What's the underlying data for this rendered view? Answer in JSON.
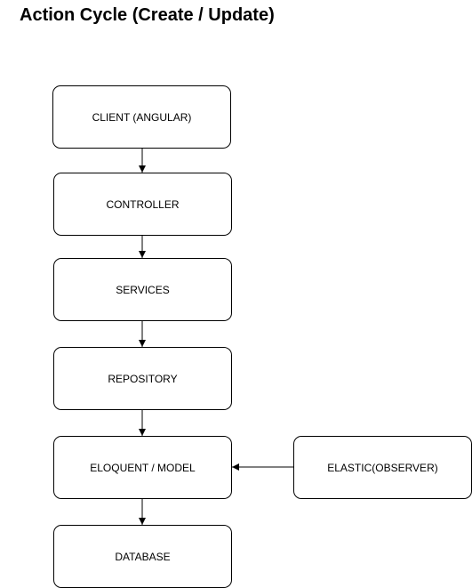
{
  "title": "Action Cycle (Create / Update)",
  "nodes": {
    "client": "CLIENT (ANGULAR)",
    "controller": "CONTROLLER",
    "services": "SERVICES",
    "repository": "REPOSITORY",
    "eloquent": "ELOQUENT / MODEL",
    "database": "DATABASE",
    "elastic": "ELASTIC(OBSERVER)"
  },
  "edges": [
    {
      "from": "client",
      "to": "controller"
    },
    {
      "from": "controller",
      "to": "services"
    },
    {
      "from": "services",
      "to": "repository"
    },
    {
      "from": "repository",
      "to": "eloquent"
    },
    {
      "from": "eloquent",
      "to": "database"
    },
    {
      "from": "elastic",
      "to": "eloquent"
    }
  ],
  "colors": {
    "stroke": "#000000",
    "fill": "#ffffff",
    "text": "#000000"
  }
}
